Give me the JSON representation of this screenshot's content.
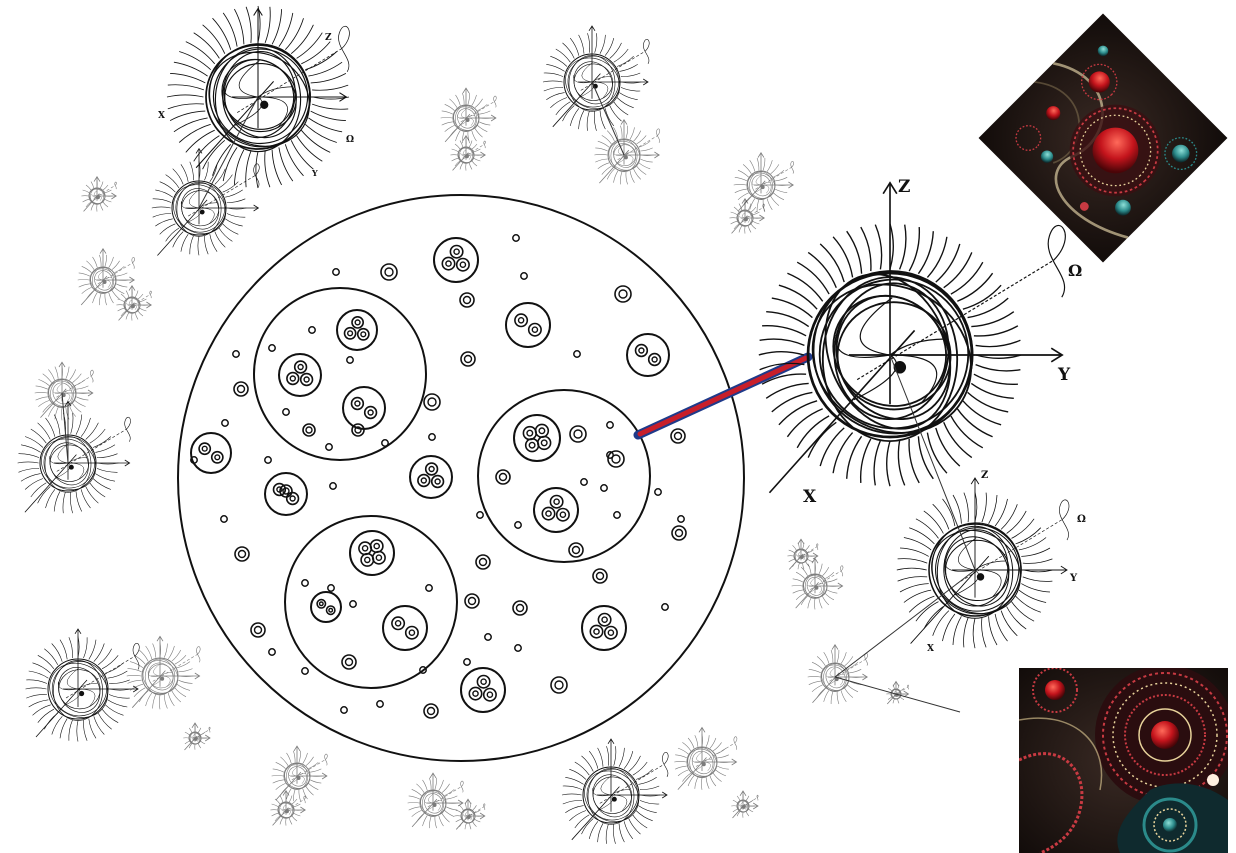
{
  "colors": {
    "line": "#111111",
    "connector_outer": "#1f3a8a",
    "connector_inner": "#c81e2a",
    "fractal_dark": "#1a1412",
    "fractal_red": "#b5121b",
    "fractal_teal": "#2b8a8a"
  },
  "large_detail": {
    "axes": {
      "z": "Z",
      "y": "Y",
      "x": "X",
      "omega": "Ω"
    }
  },
  "medium_detail": {
    "axes": {
      "z": "Z",
      "y": "Y",
      "x": "X",
      "omega": "Ω"
    }
  },
  "top_left_detail": {
    "axes": {
      "z": "Z",
      "x": "X",
      "y": "Y",
      "omega": "Ω"
    }
  },
  "images": {
    "top_right": "fractal-image",
    "bottom_right": "fractal-image"
  }
}
